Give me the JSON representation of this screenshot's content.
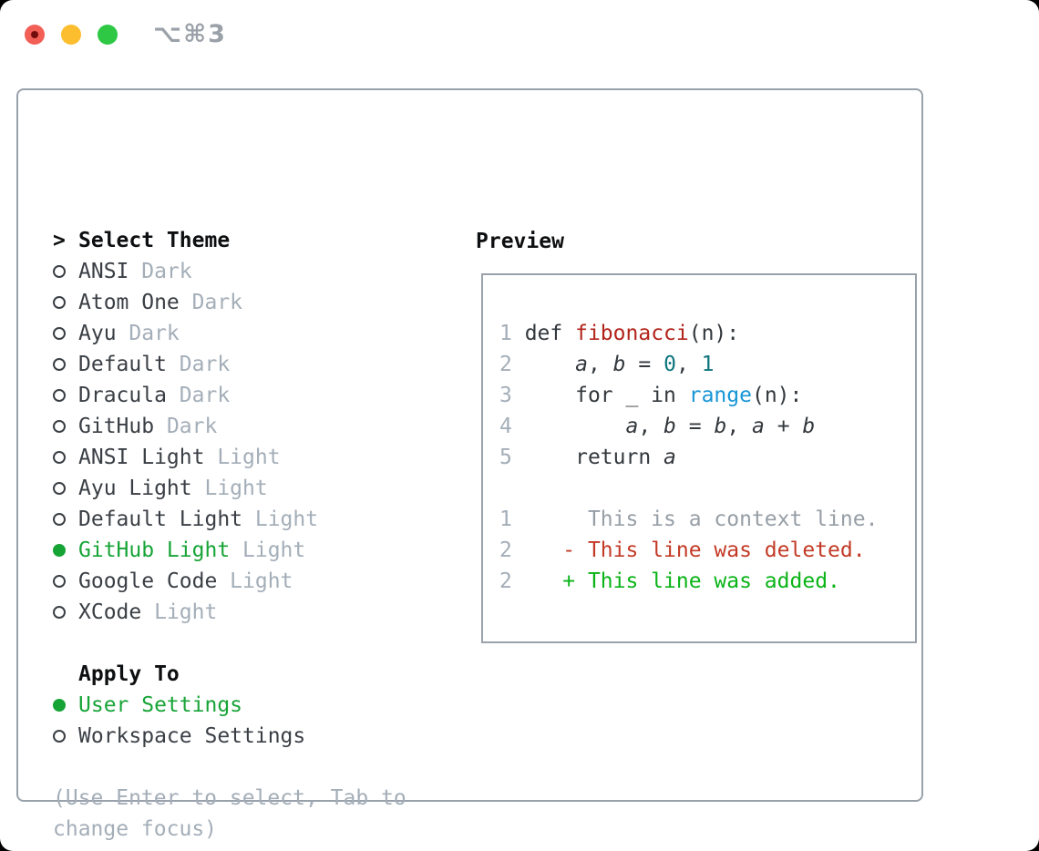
{
  "window": {
    "shortcut_label": "⌥⌘3",
    "traffic_lights": [
      {
        "name": "close",
        "color": "#f25f57"
      },
      {
        "name": "minimize",
        "color": "#fcbd2e"
      },
      {
        "name": "zoom",
        "color": "#2ec845"
      }
    ]
  },
  "theme_picker": {
    "cursor": ">",
    "title": "Select Theme",
    "items": [
      {
        "name": "ANSI",
        "variant": "Dark",
        "selected": false
      },
      {
        "name": "Atom One",
        "variant": "Dark",
        "selected": false
      },
      {
        "name": "Ayu",
        "variant": "Dark",
        "selected": false
      },
      {
        "name": "Default",
        "variant": "Dark",
        "selected": false
      },
      {
        "name": "Dracula",
        "variant": "Dark",
        "selected": false
      },
      {
        "name": "GitHub",
        "variant": "Dark",
        "selected": false
      },
      {
        "name": "ANSI Light",
        "variant": "Light",
        "selected": false
      },
      {
        "name": "Ayu Light",
        "variant": "Light",
        "selected": false
      },
      {
        "name": "Default Light",
        "variant": "Light",
        "selected": false
      },
      {
        "name": "GitHub Light",
        "variant": "Light",
        "selected": true
      },
      {
        "name": "Google Code",
        "variant": "Light",
        "selected": false
      },
      {
        "name": "XCode",
        "variant": "Light",
        "selected": false
      }
    ],
    "apply_to": {
      "title": "Apply To",
      "options": [
        {
          "name": "User Settings",
          "selected": true
        },
        {
          "name": "Workspace Settings",
          "selected": false
        }
      ]
    },
    "hint_line1": "(Use Enter to select, Tab to",
    "hint_line2": "change focus)"
  },
  "preview": {
    "title": "Preview",
    "lines": [
      {
        "num": "1",
        "segs": [
          {
            "t": " def ",
            "c": "p"
          },
          {
            "t": "fibonacci",
            "c": "f"
          },
          {
            "t": "(n):",
            "c": "p"
          }
        ]
      },
      {
        "num": "2",
        "segs": [
          {
            "t": "     ",
            "c": "p"
          },
          {
            "t": "a",
            "c": "v"
          },
          {
            "t": ", ",
            "c": "p"
          },
          {
            "t": "b",
            "c": "v"
          },
          {
            "t": " = ",
            "c": "p"
          },
          {
            "t": "0",
            "c": "n"
          },
          {
            "t": ", ",
            "c": "p"
          },
          {
            "t": "1",
            "c": "n"
          }
        ]
      },
      {
        "num": "3",
        "segs": [
          {
            "t": "     for _ in ",
            "c": "p"
          },
          {
            "t": "range",
            "c": "b"
          },
          {
            "t": "(n):",
            "c": "p"
          }
        ]
      },
      {
        "num": "4",
        "segs": [
          {
            "t": "         ",
            "c": "p"
          },
          {
            "t": "a",
            "c": "v"
          },
          {
            "t": ", ",
            "c": "p"
          },
          {
            "t": "b",
            "c": "v"
          },
          {
            "t": " = ",
            "c": "p"
          },
          {
            "t": "b",
            "c": "v"
          },
          {
            "t": ", ",
            "c": "p"
          },
          {
            "t": "a",
            "c": "v"
          },
          {
            "t": " + ",
            "c": "p"
          },
          {
            "t": "b",
            "c": "v"
          }
        ]
      },
      {
        "num": "5",
        "segs": [
          {
            "t": "     return ",
            "c": "p"
          },
          {
            "t": "a",
            "c": "v"
          }
        ]
      },
      {
        "blank": true
      },
      {
        "num": "1",
        "segs": [
          {
            "t": "      This is a context line.",
            "c": "c"
          }
        ]
      },
      {
        "num": "2",
        "segs": [
          {
            "t": "    - This line was deleted.",
            "c": "d"
          }
        ]
      },
      {
        "num": "2",
        "segs": [
          {
            "t": "    + This line was added.",
            "c": "a"
          }
        ]
      }
    ]
  },
  "colors": {
    "selection_green": "#17a437",
    "diff_added_green": "#0ab417",
    "diff_deleted_red": "#c33a26",
    "function_red": "#b2241a",
    "number_teal": "#0e767e",
    "builtin_blue": "#1796d6",
    "muted_gray": "#a4aeb8",
    "border_gray": "#99a2ab",
    "text_dark": "#3a3f45"
  }
}
